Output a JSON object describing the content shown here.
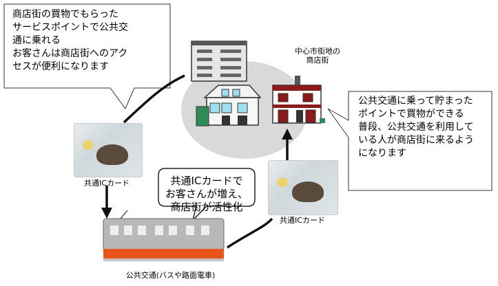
{
  "callouts": {
    "top_left": "商店街の買物でもらった\nサービスポイントで公共交\n通に乗れる\nお客さんは商店街へのアク\nセスが便利になります",
    "right": "公共交通に乗って貯まった\nポイントで買物ができる\n普段、公共交通を利用して\nいる人が商店街に来るよう\nになります",
    "center_speech": "共通ICカードで\nお客さんが増え、\n商店街が活性化"
  },
  "labels": {
    "shopping_street": "中心市街地の\n商店街",
    "card_left": "共通ICカード",
    "card_right": "共通ICカード",
    "transit": "公共交通(バスや路面電車)"
  },
  "colors": {
    "ellipse": "#d9d9d9",
    "train_body": "#b0b0b0",
    "train_stripe": "#e8541c",
    "shop_red": "#8b1a1a",
    "house_green": "#2e8b57"
  }
}
